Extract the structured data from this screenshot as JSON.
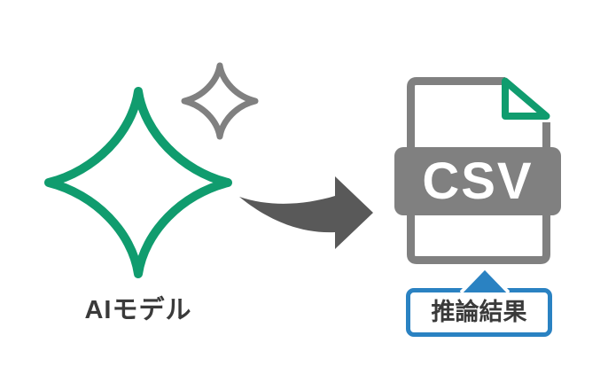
{
  "diagram": {
    "source": {
      "label": "AIモデル"
    },
    "output": {
      "file_format": "CSV",
      "callout": "推論結果"
    }
  },
  "icons": {
    "source_icon": "sparkle-icon",
    "source_secondary_icon": "small-sparkle-icon",
    "flow_icon": "curved-arrow-right-icon",
    "output_icon": "csv-file-icon",
    "fold_icon": "page-fold-corner-icon",
    "callout_pointer": "triangle-up-pointer-icon"
  },
  "colors": {
    "green": "#109c6e",
    "gray": "#808080",
    "arrow-gray": "#595959",
    "text-dark": "#3a3a3a",
    "blue": "#2a82c2",
    "white": "#ffffff"
  }
}
